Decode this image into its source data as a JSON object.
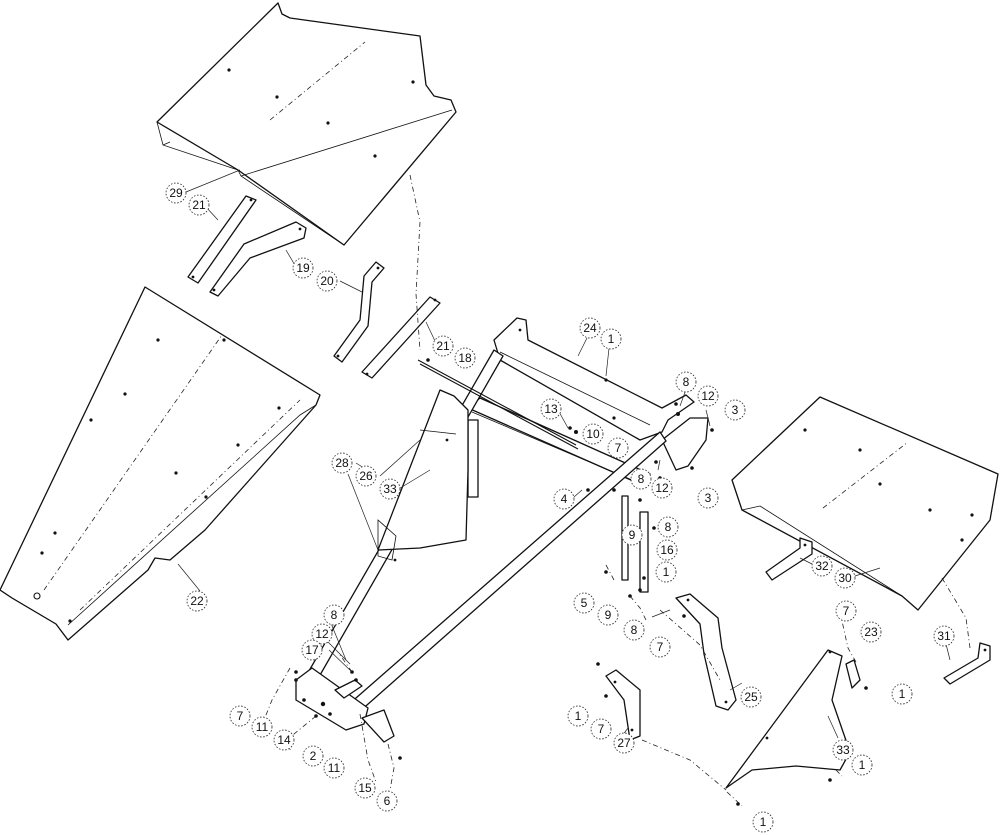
{
  "callouts": [
    {
      "id": "c29",
      "label": "29"
    },
    {
      "id": "c21a",
      "label": "21"
    },
    {
      "id": "c19",
      "label": "19"
    },
    {
      "id": "c20",
      "label": "20"
    },
    {
      "id": "c21b",
      "label": "21"
    },
    {
      "id": "c18",
      "label": "18"
    },
    {
      "id": "c24",
      "label": "24"
    },
    {
      "id": "c1a",
      "label": "1"
    },
    {
      "id": "c8a",
      "label": "8"
    },
    {
      "id": "c12a",
      "label": "12"
    },
    {
      "id": "c3a",
      "label": "3"
    },
    {
      "id": "c13",
      "label": "13"
    },
    {
      "id": "c10",
      "label": "10"
    },
    {
      "id": "c7a",
      "label": "7"
    },
    {
      "id": "c8b",
      "label": "8"
    },
    {
      "id": "c3b",
      "label": "3"
    },
    {
      "id": "c12b",
      "label": "12"
    },
    {
      "id": "c4",
      "label": "4"
    },
    {
      "id": "c28",
      "label": "28"
    },
    {
      "id": "c26",
      "label": "26"
    },
    {
      "id": "c33a",
      "label": "33"
    },
    {
      "id": "c9a",
      "label": "9"
    },
    {
      "id": "c8c",
      "label": "8"
    },
    {
      "id": "c16",
      "label": "16"
    },
    {
      "id": "c1b",
      "label": "1"
    },
    {
      "id": "c5",
      "label": "5"
    },
    {
      "id": "c9b",
      "label": "9"
    },
    {
      "id": "c8d",
      "label": "8"
    },
    {
      "id": "c7b",
      "label": "7"
    },
    {
      "id": "c25",
      "label": "25"
    },
    {
      "id": "c22",
      "label": "22"
    },
    {
      "id": "c32",
      "label": "32"
    },
    {
      "id": "c30",
      "label": "30"
    },
    {
      "id": "c31",
      "label": "31"
    },
    {
      "id": "c7c",
      "label": "7"
    },
    {
      "id": "c23",
      "label": "23"
    },
    {
      "id": "c1c",
      "label": "1"
    },
    {
      "id": "c8e",
      "label": "8"
    },
    {
      "id": "c12c",
      "label": "12"
    },
    {
      "id": "c17",
      "label": "17"
    },
    {
      "id": "c7d",
      "label": "7"
    },
    {
      "id": "c11a",
      "label": "11"
    },
    {
      "id": "c14",
      "label": "14"
    },
    {
      "id": "c2",
      "label": "2"
    },
    {
      "id": "c11b",
      "label": "11"
    },
    {
      "id": "c15",
      "label": "15"
    },
    {
      "id": "c6",
      "label": "6"
    },
    {
      "id": "c1d",
      "label": "1"
    },
    {
      "id": "c7e",
      "label": "7"
    },
    {
      "id": "c27",
      "label": "27"
    },
    {
      "id": "c33b",
      "label": "33"
    },
    {
      "id": "c1e",
      "label": "1"
    },
    {
      "id": "c1f",
      "label": "1"
    }
  ]
}
